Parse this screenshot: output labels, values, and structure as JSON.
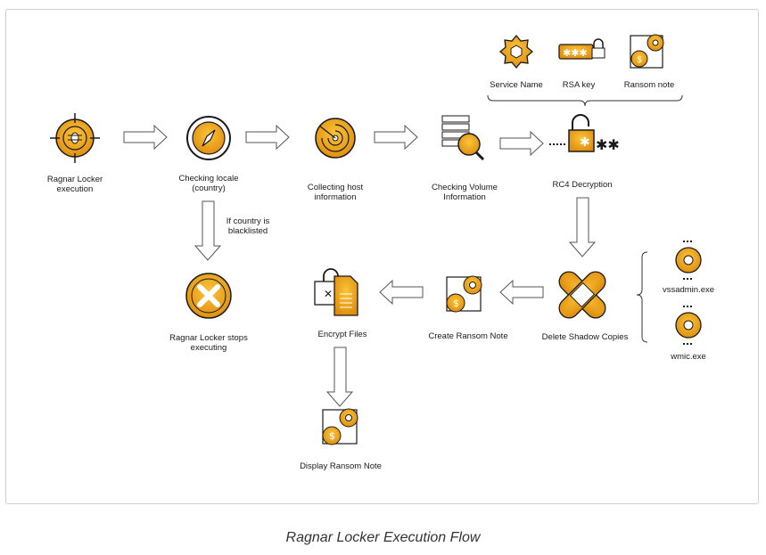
{
  "diagram": {
    "nodes": {
      "execution": "Ragnar Locker\nexecution",
      "locale": "Checking locale\n(country)",
      "host": "Collecting host\ninformation",
      "volume": "Checking Volume\nInformation",
      "rc4": "RC4 Decryption",
      "service_name": "Service Name",
      "rsa_key": "RSA key",
      "ransom_note": "Ransom note",
      "blacklist_condition": "If country is\nblacklisted",
      "stops": "Ragnar Locker stops\nexecuting",
      "encrypt": "Encrypt Files",
      "create_note": "Create Ransom Note",
      "delete_shadow": "Delete Shadow Copies",
      "vssadmin": "vssadmin.exe",
      "wmic": "wmic.exe",
      "display_note": "Display Ransom Note"
    },
    "colors": {
      "gold": "#f0a81c",
      "gold_dark": "#d98b0f",
      "outline": "#1a1a1a"
    }
  },
  "caption": "Ragnar Locker Execution Flow"
}
